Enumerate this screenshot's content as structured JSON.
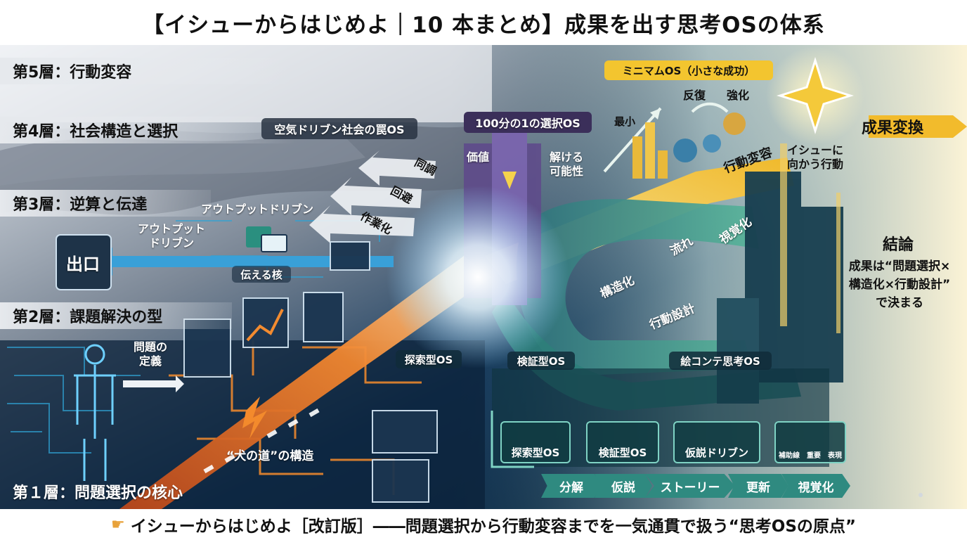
{
  "title": "【イシューからはじめよ｜10 本まとめ】成果を出す思考OSの体系",
  "footer": {
    "icon": "pointing-hand-icon",
    "text": "イシューからはじめよ［改訂版］――問題選択から行動変容までを一気通貫で扱う“思考OSの原点”"
  },
  "layers": [
    {
      "label": "第5層：行動変容"
    },
    {
      "label": "第4層：社会構造と選択"
    },
    {
      "label": "第3層：逆算と伝達"
    },
    {
      "label": "第2層：課題解決の型"
    },
    {
      "label": "第１層：問題選択の核心"
    }
  ],
  "layer4": {
    "trap_label": "空気ドリブン社会の罠OS",
    "arrows": [
      "同調",
      "回避",
      "作業化"
    ],
    "select_label": "100分の1の選択OS",
    "value_label": "価値",
    "solvable_label": "解ける\n可能性"
  },
  "layer3": {
    "output_label": "アウトプットドリブン",
    "exit_arrow_label": "アウトプット\nドリブン",
    "exit_box": "出口",
    "core_label": "伝える核"
  },
  "layer1": {
    "problem_def": "問題の\n定義",
    "dog_path": "“犬の道”の構造"
  },
  "layer5": {
    "minimum_label": "ミニマムOS（小さな成功）",
    "minimum_small": "最小",
    "repeat": "反復",
    "strengthen": "強化",
    "behavior_change": "行動変容",
    "toward_issue": "イシューに\n向かう行動",
    "result": "成果変換"
  },
  "flow": {
    "visualize": "視覚化",
    "flow": "流れ",
    "structure": "構造化",
    "design": "行動設計"
  },
  "os_labels": {
    "explore": "探索型OS",
    "verify": "検証型OS",
    "storyboard": "絵コンテ思考OS"
  },
  "stages": [
    {
      "label": "探索型OS"
    },
    {
      "label": "検証型OS"
    },
    {
      "label": "仮説ドリブン"
    },
    {
      "label": "補助線　重要　表現"
    }
  ],
  "steps": [
    "分解",
    "仮説",
    "ストーリー",
    "更新",
    "視覚化"
  ],
  "conclusion": {
    "heading": "結論",
    "body": "成果は“問題選択×\n構造化×行動設計”\nで決まる"
  },
  "colors": {
    "navy": "#0e2a45",
    "teal": "#2f8a80",
    "orange": "#e8742a",
    "gold": "#f1c232",
    "light": "#f4f6f8"
  }
}
